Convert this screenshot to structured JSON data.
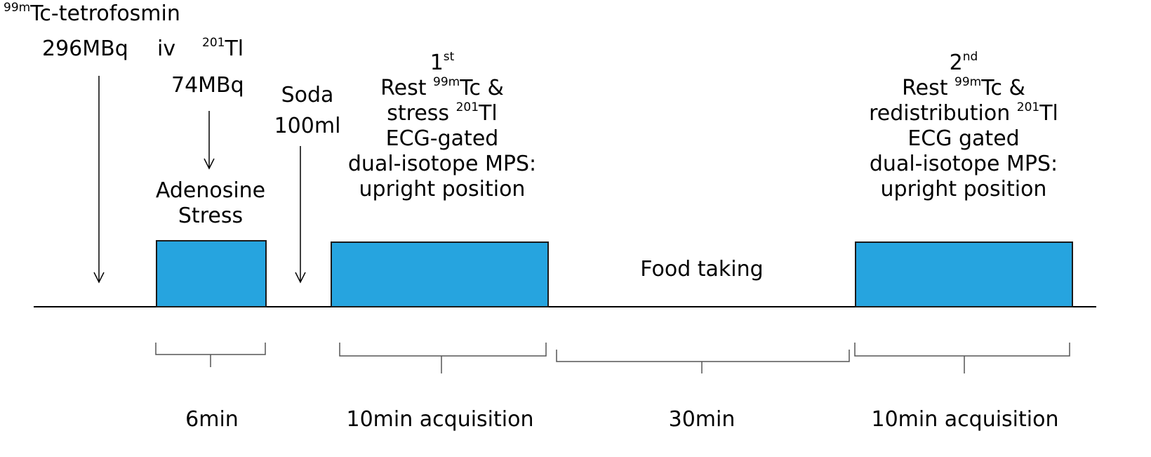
{
  "injections": {
    "tetrofosmin": {
      "sup": "99m",
      "name": "Tc-tetrofosmin",
      "dose": "296MBq",
      "route": "iv"
    },
    "thallium": {
      "sup": "201",
      "name": "Tl",
      "dose": "74MBq"
    },
    "soda": {
      "line1": "Soda",
      "line2": "100ml"
    }
  },
  "adenosine": {
    "line1": "Adenosine",
    "line2": "Stress"
  },
  "scan1": {
    "ordinal_num": "1",
    "ordinal_sup": "st",
    "l2_pre": "Rest ",
    "l2_sup": "99m",
    "l2_post": "Tc &",
    "l3_pre": "stress ",
    "l3_sup": "201",
    "l3_post": "Tl",
    "l4": "ECG-gated",
    "l5": "dual-isotope MPS:",
    "l6": "upright position"
  },
  "scan2": {
    "ordinal_num": "2",
    "ordinal_sup": "nd",
    "l2_pre": "Rest ",
    "l2_sup": "99m",
    "l2_post": "Tc &",
    "l3_pre": "redistribution ",
    "l3_sup": "201",
    "l3_post": "Tl",
    "l4": "ECG gated",
    "l5": "dual-isotope MPS:",
    "l6": "upright position"
  },
  "food": "Food taking",
  "durations": [
    "6min",
    "10min acquisition",
    "30min",
    "10min acquisition"
  ],
  "colors": {
    "block": "#26a4df",
    "block_border": "#1a1a1a",
    "line": "#000000"
  }
}
